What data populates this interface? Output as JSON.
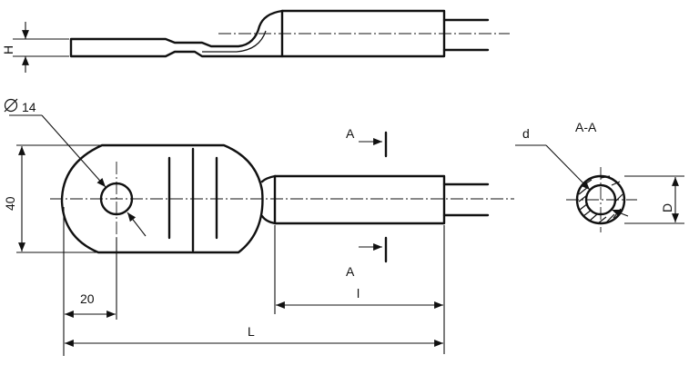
{
  "labels": {
    "H": "H",
    "dia14": "14",
    "forty": "40",
    "twenty": "20",
    "L": "L",
    "l": "l",
    "A_top": "A",
    "A_bottom": "A",
    "d": "d",
    "section": "A-A",
    "D": "D"
  }
}
